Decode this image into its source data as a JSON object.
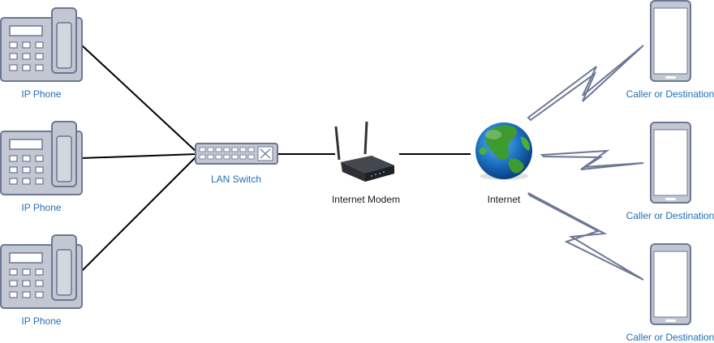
{
  "diagram": {
    "phones": [
      {
        "label": "IP Phone"
      },
      {
        "label": "IP Phone"
      },
      {
        "label": "IP Phone"
      }
    ],
    "switch": {
      "label": "LAN Switch"
    },
    "modem": {
      "label": "Internet Modem"
    },
    "internet": {
      "label": "Internet"
    },
    "destinations": [
      {
        "label": "Caller or Destination"
      },
      {
        "label": "Caller or Destination"
      },
      {
        "label": "Caller or Destination"
      }
    ],
    "colors": {
      "device_fill": "#c2c7d1",
      "device_stroke": "#6b7794",
      "label_blue": "#1f6fb5",
      "line": "#000000"
    }
  }
}
